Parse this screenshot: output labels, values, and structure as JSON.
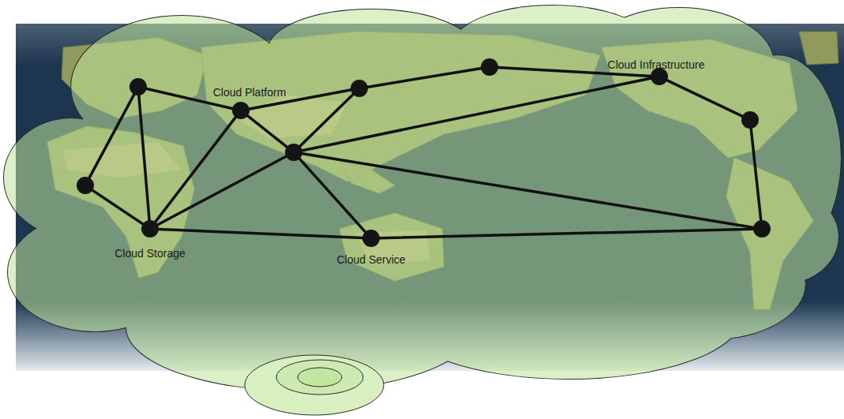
{
  "diagram": {
    "nodes": [
      {
        "text": []
      },
      {
        "text": [
          "Cloud Platform"
        ]
      },
      {
        "text": []
      },
      {
        "text": []
      },
      {
        "text": [
          "Cloud Infrastructure"
        ]
      },
      {
        "text": []
      },
      {
        "text": []
      },
      {
        "text": []
      },
      {
        "text": [
          "Cloud Storage"
        ]
      },
      {
        "text": [
          "Cloud Service"
        ]
      },
      {
        "text": []
      }
    ],
    "edges": [
      {
        "from": 0,
        "to": 1,
        "arrow": "none"
      },
      {
        "from": 1,
        "to": 2,
        "arrow": "none"
      },
      {
        "from": 2,
        "to": 3,
        "arrow": "none"
      },
      {
        "from": 3,
        "to": 4,
        "arrow": "none"
      },
      {
        "from": 4,
        "to": 5,
        "arrow": "none"
      },
      {
        "from": 5,
        "to": 10,
        "arrow": "none"
      },
      {
        "from": 0,
        "to": 7,
        "arrow": "none"
      },
      {
        "from": 0,
        "to": 8,
        "arrow": "none"
      },
      {
        "from": 7,
        "to": 8,
        "arrow": "none"
      },
      {
        "from": 1,
        "to": 8,
        "arrow": "none"
      },
      {
        "from": 1,
        "to": 6,
        "arrow": "none"
      },
      {
        "from": 2,
        "to": 6,
        "arrow": "none"
      },
      {
        "from": 6,
        "to": 4,
        "arrow": "none"
      },
      {
        "from": 6,
        "to": 8,
        "arrow": "none"
      },
      {
        "from": 6,
        "to": 9,
        "arrow": "none"
      },
      {
        "from": 6,
        "to": 10,
        "arrow": "none"
      },
      {
        "from": 8,
        "to": 9,
        "arrow": "none"
      },
      {
        "from": 9,
        "to": 10,
        "arrow": "none"
      }
    ]
  }
}
